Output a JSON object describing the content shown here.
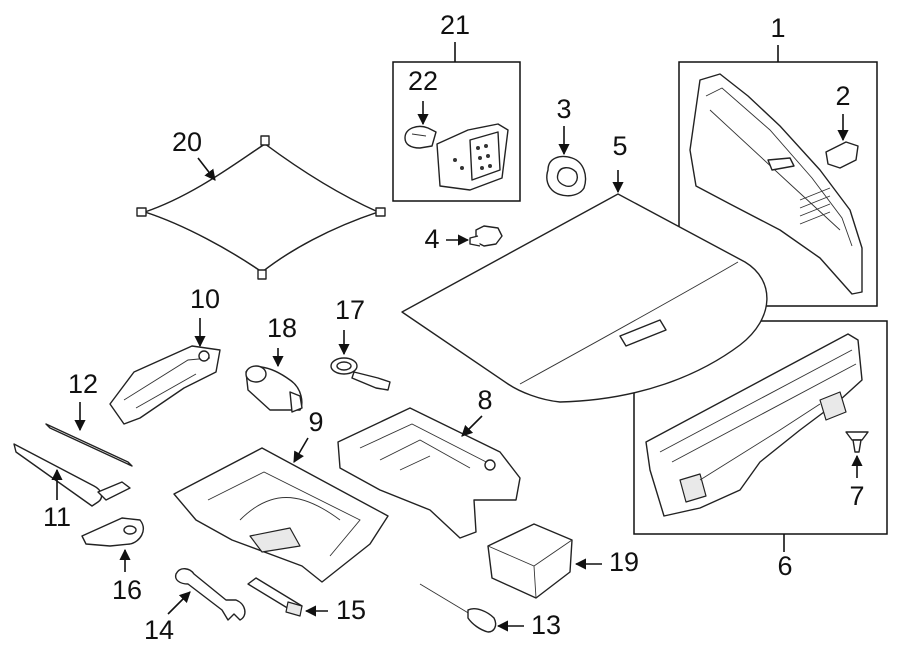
{
  "callouts": {
    "c1": "1",
    "c2": "2",
    "c3": "3",
    "c4": "4",
    "c5": "5",
    "c6": "6",
    "c7": "7",
    "c8": "8",
    "c9": "9",
    "c10": "10",
    "c11": "11",
    "c12": "12",
    "c13": "13",
    "c15": "15",
    "c14": "14",
    "c16": "16",
    "c17": "17",
    "c18": "18",
    "c19": "19",
    "c20": "20",
    "c21": "21",
    "c22": "22"
  }
}
